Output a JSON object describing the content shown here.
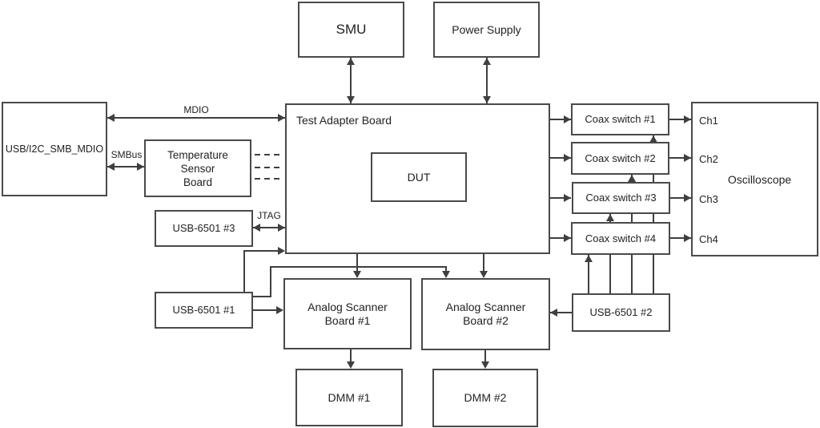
{
  "nodes": {
    "smu": {
      "label": "SMU"
    },
    "power_supply": {
      "label": "Power Supply"
    },
    "usb_i2c_smb_mdio": {
      "label": "USB/I2C_SMB_MDIO"
    },
    "temperature_sensor_board": {
      "label": "Temperature\nSensor\nBoard"
    },
    "usb6501_3": {
      "label": "USB-6501 #3"
    },
    "usb6501_1": {
      "label": "USB-6501 #1"
    },
    "usb6501_2": {
      "label": "USB-6501 #2"
    },
    "test_adapter_board": {
      "label": "Test Adapter Board"
    },
    "dut": {
      "label": "DUT"
    },
    "coax_switch_1": {
      "label": "Coax switch #1"
    },
    "coax_switch_2": {
      "label": "Coax switch #2"
    },
    "coax_switch_3": {
      "label": "Coax switch #3"
    },
    "coax_switch_4": {
      "label": "Coax switch #4"
    },
    "oscilloscope": {
      "label": "Oscilloscope",
      "channels": [
        "Ch1",
        "Ch2",
        "Ch3",
        "Ch4"
      ]
    },
    "analog_scanner_board_1": {
      "label": "Analog Scanner\nBoard #1"
    },
    "analog_scanner_board_2": {
      "label": "Analog Scanner\nBoard #2"
    },
    "dmm_1": {
      "label": "DMM #1"
    },
    "dmm_2": {
      "label": "DMM #2"
    }
  },
  "edge_labels": {
    "mdio": "MDIO",
    "smbus": "SMBus",
    "jtag": "JTAG"
  },
  "edges": [
    {
      "from": "SMU",
      "to": "Test Adapter Board",
      "type": "bidirectional-arrow"
    },
    {
      "from": "Power Supply",
      "to": "Test Adapter Board",
      "type": "bidirectional-arrow"
    },
    {
      "from": "USB/I2C_SMB_MDIO",
      "to": "Test Adapter Board",
      "type": "bidirectional-arrow",
      "label": "MDIO"
    },
    {
      "from": "USB/I2C_SMB_MDIO",
      "to": "Temperature Sensor Board",
      "type": "bidirectional-arrow",
      "label": "SMBus"
    },
    {
      "from": "Temperature Sensor Board",
      "to": "Test Adapter Board",
      "type": "dashed",
      "count": 3
    },
    {
      "from": "USB-6501 #3",
      "to": "Test Adapter Board",
      "type": "bidirectional-arrow",
      "label": "JTAG"
    },
    {
      "from": "USB-6501 #1",
      "to": "Test Adapter Board",
      "type": "arrow"
    },
    {
      "from": "USB-6501 #1",
      "to": "Analog Scanner Board #1",
      "type": "arrow"
    },
    {
      "from": "USB-6501 #1",
      "to": "Analog Scanner Board #2",
      "type": "arrow"
    },
    {
      "from": "Test Adapter Board",
      "to": "Coax switch #1",
      "type": "arrow"
    },
    {
      "from": "Test Adapter Board",
      "to": "Coax switch #2",
      "type": "arrow"
    },
    {
      "from": "Test Adapter Board",
      "to": "Coax switch #3",
      "type": "arrow"
    },
    {
      "from": "Test Adapter Board",
      "to": "Coax switch #4",
      "type": "arrow"
    },
    {
      "from": "Coax switch #1",
      "to": "Oscilloscope",
      "to_channel": "Ch1",
      "type": "arrow"
    },
    {
      "from": "Coax switch #2",
      "to": "Oscilloscope",
      "to_channel": "Ch2",
      "type": "arrow"
    },
    {
      "from": "Coax switch #3",
      "to": "Oscilloscope",
      "to_channel": "Ch3",
      "type": "arrow"
    },
    {
      "from": "Coax switch #4",
      "to": "Oscilloscope",
      "to_channel": "Ch4",
      "type": "arrow"
    },
    {
      "from": "USB-6501 #2",
      "to": "Coax switch #1",
      "type": "arrow"
    },
    {
      "from": "USB-6501 #2",
      "to": "Coax switch #2",
      "type": "arrow"
    },
    {
      "from": "USB-6501 #2",
      "to": "Coax switch #3",
      "type": "arrow"
    },
    {
      "from": "USB-6501 #2",
      "to": "Coax switch #4",
      "type": "arrow"
    },
    {
      "from": "USB-6501 #2",
      "to": "Analog Scanner Board #2",
      "type": "arrow"
    },
    {
      "from": "Test Adapter Board",
      "to": "Analog Scanner Board #1",
      "type": "arrow"
    },
    {
      "from": "Test Adapter Board",
      "to": "Analog Scanner Board #2",
      "type": "arrow"
    },
    {
      "from": "Analog Scanner Board #1",
      "to": "DMM #1",
      "type": "arrow"
    },
    {
      "from": "Analog Scanner Board #2",
      "to": "DMM #2",
      "type": "arrow"
    }
  ],
  "colors": {
    "line": "#3f3f3f",
    "border": "#4a4a4a",
    "text": "#222222",
    "bg": "#ffffff"
  }
}
